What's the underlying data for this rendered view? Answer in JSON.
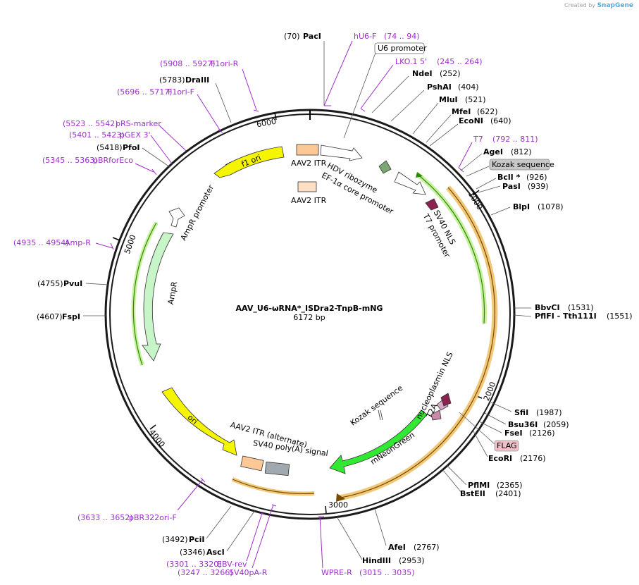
{
  "credit": {
    "prefix": "Created by",
    "brand": "SnapGene"
  },
  "plasmid": {
    "name": "AAV_U6-ωRNA*_ISDra2-TnpB-mNG",
    "length": "6172 bp"
  },
  "ticks": [
    "1000",
    "2000",
    "3000",
    "4000",
    "5000",
    "6000"
  ],
  "enzymes": [
    {
      "name": "PacI",
      "pos": "(70)"
    },
    {
      "name": "NdeI",
      "pos": "(252)"
    },
    {
      "name": "PshAI",
      "pos": "(404)"
    },
    {
      "name": "MluI",
      "pos": "(521)"
    },
    {
      "name": "MfeI",
      "pos": "(622)"
    },
    {
      "name": "EcoNI",
      "pos": "(640)"
    },
    {
      "name": "AgeI",
      "pos": "(812)"
    },
    {
      "name": "BclI *",
      "pos": "(926)"
    },
    {
      "name": "PasI",
      "pos": "(939)"
    },
    {
      "name": "BlpI",
      "pos": "(1078)"
    },
    {
      "name": "BbvCI",
      "pos": "(1531)"
    },
    {
      "name": "PflFI - Tth111I",
      "pos": "(1551)"
    },
    {
      "name": "SfiI",
      "pos": "(1987)"
    },
    {
      "name": "Bsu36I",
      "pos": "(2059)"
    },
    {
      "name": "FseI",
      "pos": "(2126)"
    },
    {
      "name": "EcoRI",
      "pos": "(2176)"
    },
    {
      "name": "PflMI",
      "pos": "(2365)"
    },
    {
      "name": "BstEII",
      "pos": "(2401)"
    },
    {
      "name": "AfeI",
      "pos": "(2767)"
    },
    {
      "name": "HindIII",
      "pos": "(2953)"
    },
    {
      "name": "AscI",
      "pos": "(3346)"
    },
    {
      "name": "PciI",
      "pos": "(3492)"
    },
    {
      "name": "FspI",
      "pos": "(4607)"
    },
    {
      "name": "PvuI",
      "pos": "(4755)"
    },
    {
      "name": "PfoI",
      "pos": "(5418)"
    },
    {
      "name": "DraIII",
      "pos": "(5783)"
    }
  ],
  "primers": [
    {
      "name": "hU6-F",
      "pos": "(74 .. 94)"
    },
    {
      "name": "LKO.1 5'",
      "pos": "(245 .. 264)"
    },
    {
      "name": "T7",
      "pos": "(792 .. 811)"
    },
    {
      "name": "WPRE-R",
      "pos": "(3015 .. 3035)"
    },
    {
      "name": "SV40pA-R",
      "pos": "(3247 .. 3266)"
    },
    {
      "name": "EBV-rev",
      "pos": "(3301 .. 3320)"
    },
    {
      "name": "pBR322ori-F",
      "pos": "(3633 .. 3652)"
    },
    {
      "name": "Amp-R",
      "pos": "(4935 .. 4954)"
    },
    {
      "name": "pBRforEco",
      "pos": "(5345 .. 5363)"
    },
    {
      "name": "pGEX 3'",
      "pos": "(5401 .. 5423)"
    },
    {
      "name": "pRS-marker",
      "pos": "(5523 .. 5542)"
    },
    {
      "name": "F1ori-F",
      "pos": "(5696 .. 5717)"
    },
    {
      "name": "F1ori-R",
      "pos": "(5908 .. 5927)"
    }
  ],
  "boxed_labels": [
    {
      "name": "U6 promoter",
      "style": "white"
    },
    {
      "name": "Kozak sequence",
      "style": "gray"
    },
    {
      "name": "FLAG",
      "style": "pink"
    }
  ],
  "features": [
    "AAV2 ITR",
    "AAV2 ITR",
    "f1 ori",
    "HDV ribozyme",
    "EF-1α core promoter",
    "SV40 NLS",
    "T7 promoter",
    "AmpR promoter",
    "AmpR",
    "ori",
    "AAV2 ITR (alternate)",
    "SV40 poly(A) signal",
    "mNeonGreen",
    "T2A",
    "nucleoplasmin NLS",
    "Kozak sequence"
  ],
  "colors": {
    "ori_yellow": "#f5f500",
    "itr_orange": "#fcc896",
    "itr_pale": "#fde0c4",
    "ampr_green": "#c8f5c8",
    "mneongreen": "#33e833",
    "orf_orange": "#f0c878",
    "backbone": "#1a1a1a",
    "primer_purple": "#9b30c8",
    "polya_gray": "#a0a8b0"
  }
}
